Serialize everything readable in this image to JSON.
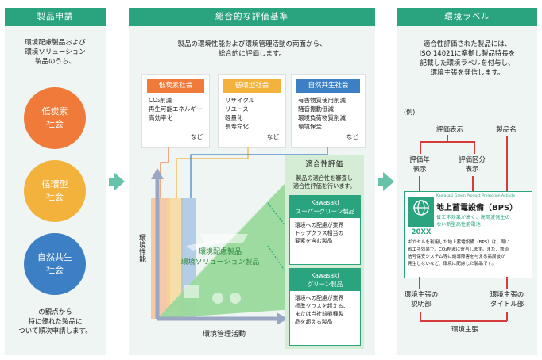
{
  "col1": {
    "header": "製品申請",
    "intro": [
      "環境配慮製品および",
      "環境ソリューション",
      "製品のうち、"
    ],
    "circles": [
      {
        "lines": [
          "低炭素",
          "社会"
        ],
        "color": "#f07a3a"
      },
      {
        "lines": [
          "循環型",
          "社会"
        ],
        "color": "#f3b23c"
      },
      {
        "lines": [
          "自然共生",
          "社会"
        ],
        "color": "#3c7fc4"
      }
    ],
    "outro": [
      "の観点から",
      "特に優れた製品に",
      "ついて順次申請します。"
    ]
  },
  "col2": {
    "header": "総合的な評価基準",
    "intro": [
      "製品の環境性能および環境管理活動の両面から、",
      "総合的に評価します。"
    ],
    "categories": [
      {
        "title": "低炭素社会",
        "color": "#f07a3a",
        "items": [
          "CO₂削減",
          "再生可能エネルギー",
          "高効率化"
        ],
        "etc": "など"
      },
      {
        "title": "循環型社会",
        "color": "#f3b23c",
        "items": [
          "リサイクル",
          "リユース",
          "軽量化",
          "長寿命化"
        ],
        "etc": "など"
      },
      {
        "title": "自然共生社会",
        "color": "#3c7fc4",
        "items": [
          "有害物質使用削減",
          "騒音振動低減",
          "環境負荷物質削減",
          "環境保全"
        ],
        "etc": "など"
      }
    ],
    "yaxis": "環境性能",
    "xaxis": "環境管理活動",
    "overlay": [
      "環境配慮製品",
      "環境ソリューション製品"
    ],
    "fit": {
      "title": "適合性評価",
      "desc": [
        "製品の適合性を審査し",
        "適合性評価を行います。"
      ],
      "boxes": [
        {
          "head": [
            "Kawasaki",
            "スーパーグリーン製品"
          ],
          "body": [
            "環境への配慮が業界",
            "トップクラス相当の",
            "要素を含む製品"
          ]
        },
        {
          "head": [
            "Kawasaki",
            "グリーン製品"
          ],
          "body": [
            "環境への配慮が業界",
            "標準クラスを超える、",
            "または当社前機種製",
            "品を超える製品"
          ]
        }
      ]
    }
  },
  "col3": {
    "header": "環境ラベル",
    "intro": [
      "適合性評価された製品には、",
      "ISO 14021に準拠し製品特長を",
      "記載した環境ラベルを付与し、",
      "環境主張を発信します。"
    ],
    "example": "(例)",
    "labels": {
      "eval_display": "評価表示",
      "product_name": "製品名",
      "eval_year": [
        "評価年",
        "表示"
      ],
      "eval_class": [
        "評価区分",
        "表示"
      ],
      "claim_desc": [
        "環境主張の",
        "説明部"
      ],
      "claim_title": [
        "環境主張の",
        "タイトル部"
      ],
      "claim": "環境主張"
    },
    "card": {
      "program": "Kawasaki Green Product Promotion Activity",
      "year": "20XX",
      "product": "地上蓄電設備（BPS）",
      "claim_title": [
        "省エネ効果が高く、高周波発生の",
        "ない新型高性能電池"
      ],
      "claim_body": [
        "ギガセルを利用した地上蓄電設備（BPS）は、周い",
        "省エネ効果で、CO₂削減に寄与します。また、鉄道",
        "信号保安システム等に誘導障害を与える高周波が",
        "発生しないなど、環境に配慮した製品です。"
      ]
    }
  }
}
